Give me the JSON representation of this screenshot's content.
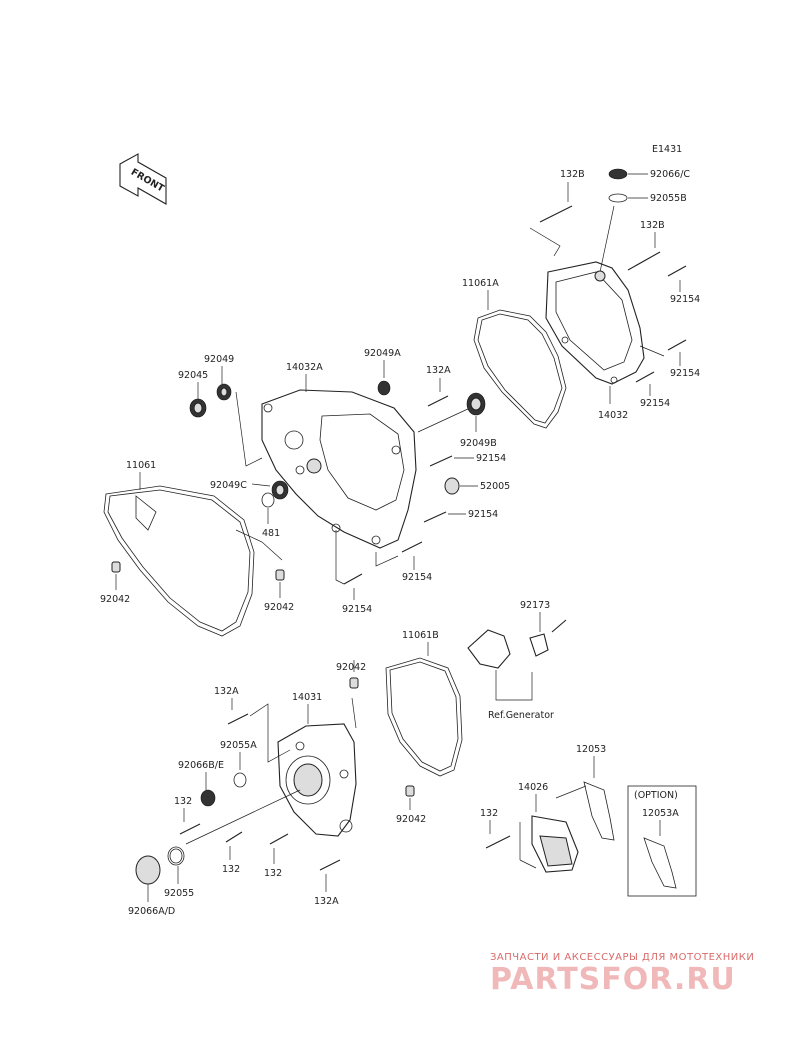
{
  "diagram_code": "E1431",
  "front_label": "FRONT",
  "ref_generator": "Ref.Generator",
  "option_label": "(OPTION)",
  "labels": {
    "p132B_top": "132B",
    "p92066C": "92066/C",
    "p92055B": "92055B",
    "p132B_mid": "132B",
    "p11061A": "11061A",
    "p92154_a": "92154",
    "p92154_b": "92154",
    "p92154_c": "92154",
    "p14032": "14032",
    "p92049": "92049",
    "p92049A": "92049A",
    "p14032A": "14032A",
    "p92045": "92045",
    "p132A_top": "132A",
    "p92049B": "92049B",
    "p92154_d": "92154",
    "p11061": "11061",
    "p92049C": "92049C",
    "p52005": "52005",
    "p92154_e": "92154",
    "p481": "481",
    "p92042_a": "92042",
    "p92042_b": "92042",
    "p92154_f": "92154",
    "p92154_g": "92154",
    "p11061B": "11061B",
    "p92173": "92173",
    "p92042_c": "92042",
    "p132A_mid": "132A",
    "p14031": "14031",
    "p92055A": "92055A",
    "p92066BE": "92066B/E",
    "p12053": "12053",
    "p14026": "14026",
    "p132_a": "132",
    "p132_b": "132",
    "p92042_d": "92042",
    "p132_c": "132",
    "p132_d": "132",
    "p132A_bot": "132A",
    "p12053A": "12053A",
    "p92055": "92055",
    "p92066AD": "92066A/D"
  },
  "watermark": {
    "tagline": "ЗАПЧАСТИ И АКСЕССУАРЫ ДЛЯ МОТОТЕХНИКИ",
    "brand": "PARTSFOR.RU"
  }
}
